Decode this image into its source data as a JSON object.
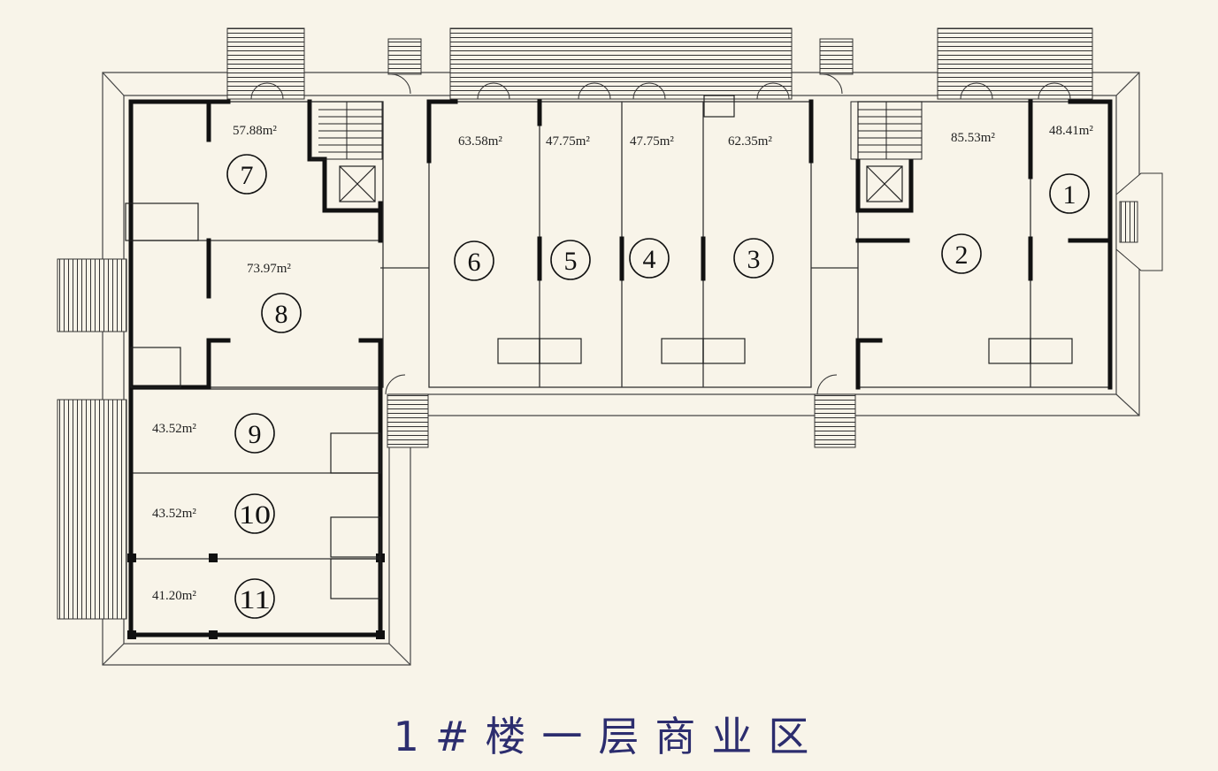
{
  "title": "1#楼一层商业区",
  "colors": {
    "background": "#f8f4e9",
    "wall": "#111111",
    "title": "#2c2d6e"
  },
  "units": [
    {
      "number": "1",
      "area": "48.41m²"
    },
    {
      "number": "2",
      "area": "85.53m²"
    },
    {
      "number": "3",
      "area": "62.35m²"
    },
    {
      "number": "4",
      "area": "47.75m²"
    },
    {
      "number": "5",
      "area": "47.75m²"
    },
    {
      "number": "6",
      "area": "63.58m²"
    },
    {
      "number": "7",
      "area": "57.88m²"
    },
    {
      "number": "8",
      "area": "73.97m²"
    },
    {
      "number": "9",
      "area": "43.52m²"
    },
    {
      "number": "10",
      "area": "43.52m²"
    },
    {
      "number": "11",
      "area": "41.20m²"
    }
  ]
}
